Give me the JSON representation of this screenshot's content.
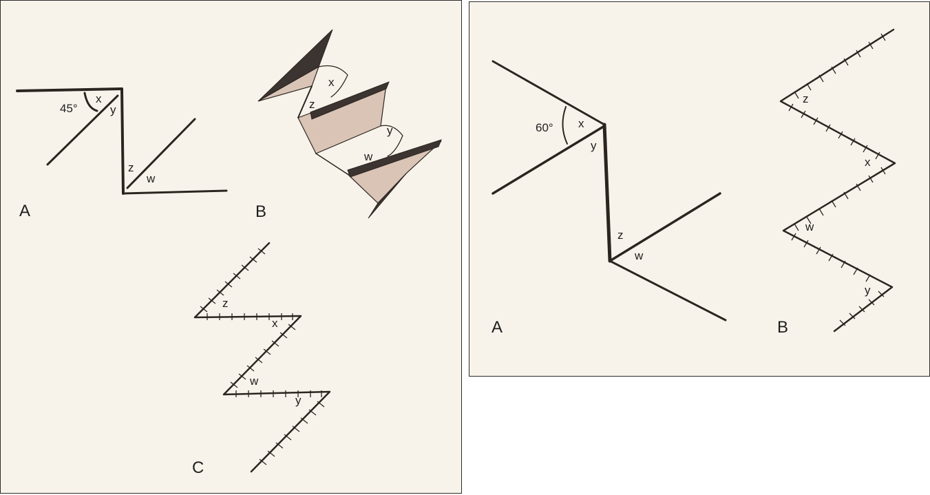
{
  "figures": [
    {
      "id": "left",
      "panels": [
        {
          "letter": "A",
          "angle": "45°",
          "points": [
            "x",
            "y",
            "z",
            "w"
          ]
        },
        {
          "letter": "B",
          "points": [
            "x",
            "z",
            "y",
            "w"
          ]
        },
        {
          "letter": "C",
          "points": [
            "z",
            "x",
            "w",
            "y"
          ]
        }
      ]
    },
    {
      "id": "right",
      "panels": [
        {
          "letter": "A",
          "angle": "60°",
          "points": [
            "x",
            "y",
            "z",
            "w"
          ]
        },
        {
          "letter": "B",
          "points": [
            "z",
            "x",
            "w",
            "y"
          ]
        }
      ]
    }
  ],
  "colors": {
    "background": "#f8f3ea",
    "ink": "#2b2520",
    "flap_shade": "#d9c4b6"
  }
}
